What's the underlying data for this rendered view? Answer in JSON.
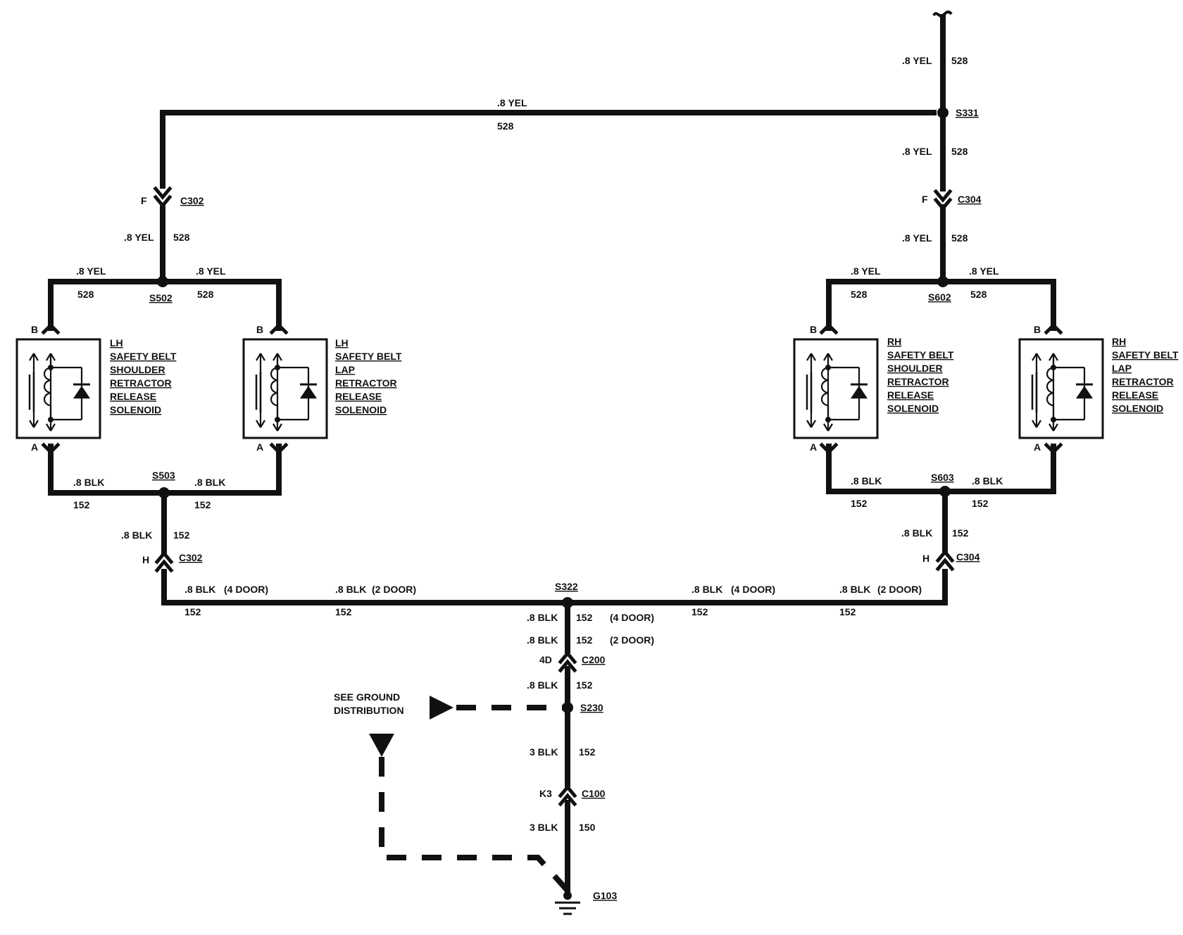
{
  "wire_colors": {
    "yel_8": ".8 YEL",
    "blk_8": ".8 BLK",
    "blk_3": "3 BLK"
  },
  "circuits": {
    "c528": "528",
    "c152": "152",
    "c150": "150"
  },
  "splices": {
    "s331": "S331",
    "s502": "S502",
    "s503": "S503",
    "s602": "S602",
    "s603": "S603",
    "s322": "S322",
    "s230": "S230"
  },
  "connectors": {
    "c302": "C302",
    "c304": "C304",
    "c200": "C200",
    "c100": "C100"
  },
  "pins": {
    "f": "F",
    "h": "H",
    "a": "A",
    "b": "B",
    "d4": "4D",
    "k3": "K3"
  },
  "ground": {
    "id": "G103",
    "note_line1": "SEE GROUND",
    "note_line2": "DISTRIBUTION"
  },
  "variants": {
    "door4": "(4 DOOR)",
    "door2": "(2 DOOR)"
  },
  "components": {
    "lh_shoulder": [
      "LH",
      "SAFETY BELT",
      "SHOULDER",
      "RETRACTOR",
      "RELEASE",
      "SOLENOID"
    ],
    "lh_lap": [
      "LH",
      "SAFETY BELT",
      "LAP",
      "RETRACTOR",
      "RELEASE",
      "SOLENOID"
    ],
    "rh_shoulder": [
      "RH",
      "SAFETY BELT",
      "SHOULDER",
      "RETRACTOR",
      "RELEASE",
      "SOLENOID"
    ],
    "rh_lap": [
      "RH",
      "SAFETY BELT",
      "LAP",
      "RETRACTOR",
      "RELEASE",
      "SOLENOID"
    ]
  }
}
